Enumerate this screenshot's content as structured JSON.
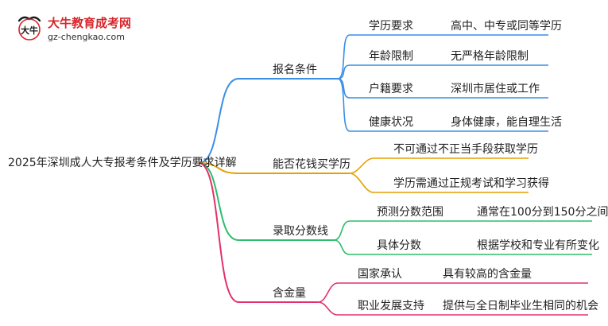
{
  "logo": {
    "name": "大牛教育成考网",
    "url": "gz-chengkao.com",
    "mark_text": "大牛"
  },
  "root": "2025年深圳成人大专报考条件及学历要求详解",
  "branches": [
    {
      "label": "报名条件",
      "color": "#3a8ee6",
      "items": [
        {
          "key": "学历要求",
          "value": "高中、中专或同等学历"
        },
        {
          "key": "年龄限制",
          "value": "无严格年龄限制"
        },
        {
          "key": "户籍要求",
          "value": "深圳市居住或工作"
        },
        {
          "key": "健康状况",
          "value": "身体健康，能自理生活"
        }
      ]
    },
    {
      "label": "能否花钱买学历",
      "color": "#e5a000",
      "items": [
        {
          "key": "不可通过不正当手段获取学历"
        },
        {
          "key": "学历需通过正规考试和学习获得"
        }
      ]
    },
    {
      "label": "录取分数线",
      "color": "#2ebd6b",
      "items": [
        {
          "key": "预测分数范围",
          "value": "通常在100分到150分之间"
        },
        {
          "key": "具体分数",
          "value": "根据学校和专业有所变化"
        }
      ]
    },
    {
      "label": "含金量",
      "color": "#e2306c",
      "items": [
        {
          "key": "国家承认",
          "value": "具有较高的含金量"
        },
        {
          "key": "职业发展支持",
          "value": "提供与全日制毕业生相同的机会"
        }
      ]
    }
  ]
}
